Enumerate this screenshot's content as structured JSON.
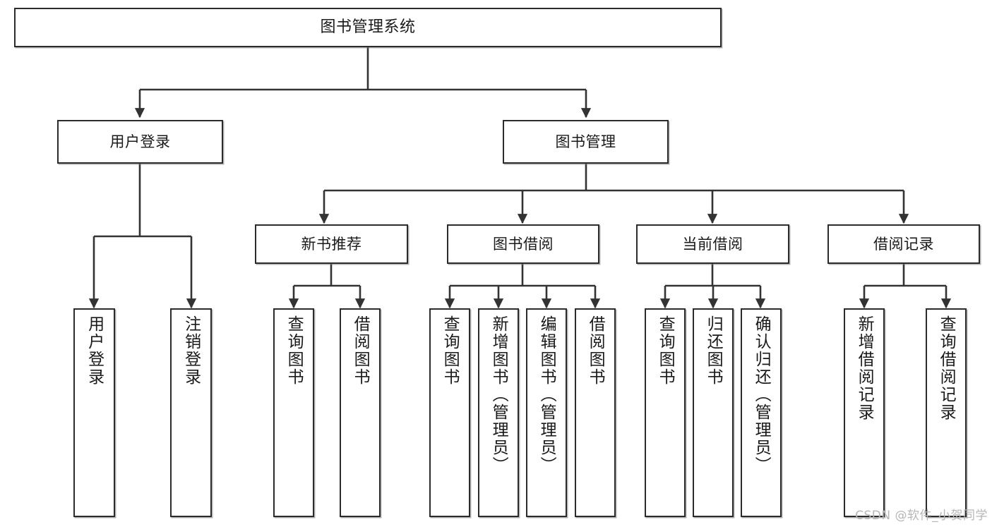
{
  "diagram": {
    "title": "图书管理系统",
    "type": "tree",
    "watermark": "CSDN @软件_小贺同学",
    "colors": {
      "node_border": "#2b2b2b",
      "node_fill": "#ffffff",
      "edge": "#333333",
      "text": "#1a1a1a",
      "watermark": "#b6b6b6"
    },
    "nodes": {
      "root": {
        "label": "图书管理系统"
      },
      "level2": [
        {
          "id": "user-login",
          "label": "用户登录"
        },
        {
          "id": "book-manage",
          "label": "图书管理"
        }
      ],
      "level3": [
        {
          "id": "new-book-rec",
          "label": "新书推荐"
        },
        {
          "id": "book-borrow",
          "label": "图书借阅"
        },
        {
          "id": "current-borrow",
          "label": "当前借阅"
        },
        {
          "id": "borrow-record",
          "label": "借阅记录"
        }
      ],
      "leaves": {
        "user-login": [
          {
            "id": "leaf-user-login",
            "label": "用户登录"
          },
          {
            "id": "leaf-user-logout",
            "label": "注销登录"
          }
        ],
        "new-book-rec": [
          {
            "id": "leaf-query-book-1",
            "label": "查询图书"
          },
          {
            "id": "leaf-borrow-book-1",
            "label": "借阅图书"
          }
        ],
        "book-borrow": [
          {
            "id": "leaf-query-book-2",
            "label": "查询图书"
          },
          {
            "id": "leaf-add-book",
            "label": "新增图书（管理员）"
          },
          {
            "id": "leaf-edit-book",
            "label": "编辑图书（管理员）"
          },
          {
            "id": "leaf-borrow-book-2",
            "label": "借阅图书"
          }
        ],
        "current-borrow": [
          {
            "id": "leaf-query-book-3",
            "label": "查询图书"
          },
          {
            "id": "leaf-return-book",
            "label": "归还图书"
          },
          {
            "id": "leaf-confirm-return",
            "label": "确认归还（管理员）"
          }
        ],
        "borrow-record": [
          {
            "id": "leaf-add-record",
            "label": "新增借阅记录"
          },
          {
            "id": "leaf-query-record",
            "label": "查询借阅记录"
          }
        ]
      }
    }
  }
}
